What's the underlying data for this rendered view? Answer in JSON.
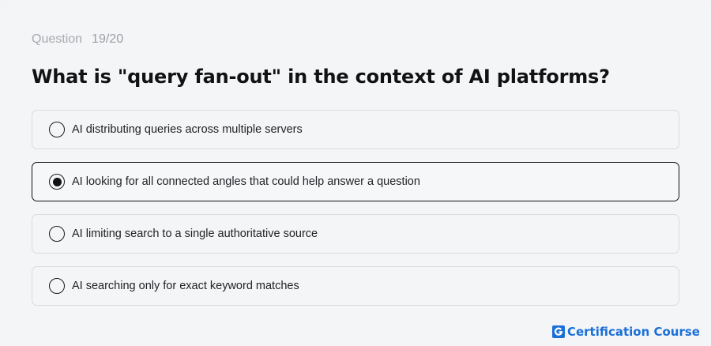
{
  "header": {
    "question_label": "Question",
    "question_progress": "19/20"
  },
  "question": {
    "text": "What is \"query fan-out\" in the context of AI platforms?"
  },
  "options": [
    {
      "label": "AI distributing queries across multiple servers",
      "selected": false
    },
    {
      "label": "AI looking for all connected angles that could help answer a question",
      "selected": true
    },
    {
      "label": "AI limiting search to a single authoritative source",
      "selected": false
    },
    {
      "label": "AI searching only for exact keyword matches",
      "selected": false
    }
  ],
  "brand": {
    "icon": "g-logo-icon",
    "text": "Certification Course",
    "color": "#1a6fd8"
  }
}
